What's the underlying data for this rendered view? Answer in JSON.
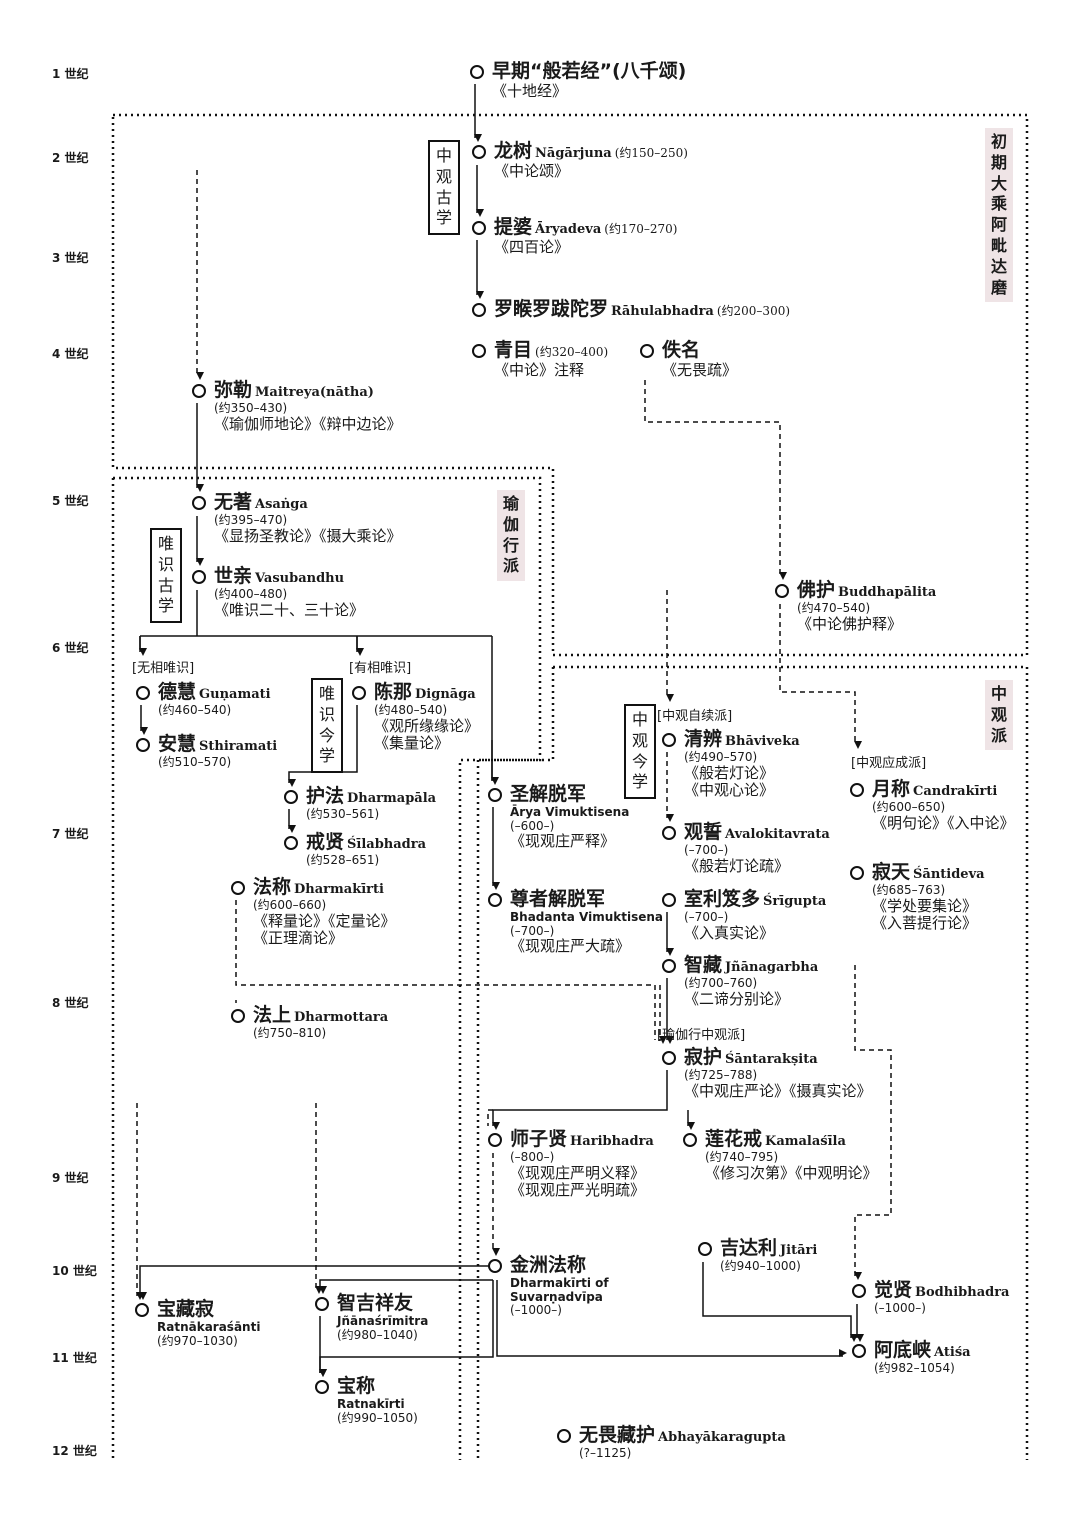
{
  "centuries": [
    "1 世纪",
    "2 世纪",
    "3 世纪",
    "4 世纪",
    "5 世纪",
    "6 世纪",
    "7 世纪",
    "8 世纪",
    "9 世纪",
    "10 世纪",
    "11 世纪",
    "12 世纪"
  ],
  "school_labels": {
    "early_mahayana": "初期大乘阿毗达磨",
    "yogacara": "瑜伽行派",
    "madhyamaka": "中观派",
    "madhyamaka_old": "中观古学",
    "vijnapti_old": "唯识古学",
    "vijnapti_new": "唯识今学",
    "madhyamaka_new": "中观今学"
  },
  "brackets": {
    "nirakara": "[无相唯识]",
    "sakara": "[有相唯识]",
    "svatantrika": "[中观自续派]",
    "prasangika": "[中观应成派]",
    "yogacara_madhyamaka": "[瑜伽行中观派]"
  },
  "nodes": [
    {
      "id": "prajna",
      "cn": "早期“般若经”(八千颂)",
      "en": "",
      "dates": "",
      "works": [
        "《十地经》"
      ]
    },
    {
      "id": "nagarjuna",
      "cn": "龙树",
      "en": "Nāgārjuna",
      "dates": "(约150–250)",
      "works": [
        "《中论颂》"
      ]
    },
    {
      "id": "aryadeva",
      "cn": "提婆",
      "en": "Āryadeva",
      "dates": "(约170–270)",
      "works": [
        "《四百论》"
      ]
    },
    {
      "id": "rahulabhadra",
      "cn": "罗睺罗跋陀罗",
      "en": "Rāhulabhadra",
      "dates": "(约200–300)",
      "works": []
    },
    {
      "id": "qingmu",
      "cn": "青目",
      "en": "",
      "dates": "(约320–400)",
      "works": [
        "《中论》注释"
      ]
    },
    {
      "id": "anonymous",
      "cn": "佚名",
      "en": "",
      "dates": "",
      "works": [
        "《无畏疏》"
      ]
    },
    {
      "id": "maitreya",
      "cn": "弥勒",
      "en": "Maitreya(nātha)",
      "dates": "",
      "works": [
        "(约350–430)",
        "《瑜伽师地论》《辩中边论》"
      ]
    },
    {
      "id": "asanga",
      "cn": "无著",
      "en": "Asaṅga",
      "dates": "",
      "works": [
        "(约395–470)",
        "《显扬圣教论》《摄大乘论》"
      ]
    },
    {
      "id": "vasubandhu",
      "cn": "世亲",
      "en": "Vasubandhu",
      "dates": "",
      "works": [
        "(约400–480)",
        "《唯识二十、三十论》"
      ]
    },
    {
      "id": "gunamati",
      "cn": "德慧",
      "en": "Guṇamati",
      "dates": "",
      "works": [
        "(约460–540)"
      ]
    },
    {
      "id": "sthiramati",
      "cn": "安慧",
      "en": "Sthiramati",
      "dates": "",
      "works": [
        "(约510–570)"
      ]
    },
    {
      "id": "dignaga",
      "cn": "陈那",
      "en": "Dignāga",
      "dates": "",
      "works": [
        "(约480–540)",
        "《观所缘缘论》",
        "《集量论》"
      ]
    },
    {
      "id": "dharmapala",
      "cn": "护法",
      "en": "Dharmapāla",
      "dates": "",
      "works": [
        "(约530–561)"
      ]
    },
    {
      "id": "silabhadra",
      "cn": "戒贤",
      "en": "Śīlabhadra",
      "dates": "",
      "works": [
        "(约528–651)"
      ]
    },
    {
      "id": "dharmakirti",
      "cn": "法称",
      "en": "Dharmakīrti",
      "dates": "",
      "works": [
        "(约600–660)",
        "《释量论》《定量论》",
        "《正理滴论》"
      ]
    },
    {
      "id": "dharmottara",
      "cn": "法上",
      "en": "Dharmottara",
      "dates": "",
      "works": [
        "(约750–810)"
      ]
    },
    {
      "id": "arya_vimuktisena",
      "cn": "圣解脱军",
      "en": "",
      "dates": "",
      "works": [
        "Ārya Vimuktisena",
        "(–600–)",
        "《现观庄严释》"
      ]
    },
    {
      "id": "bhadanta_vimuktisena",
      "cn": "尊者解脱军",
      "en": "",
      "dates": "",
      "works": [
        "Bhadanta Vimuktisena",
        "(–700–)",
        "《现观庄严大疏》"
      ]
    },
    {
      "id": "buddhapalita",
      "cn": "佛护",
      "en": "Buddhapālita",
      "dates": "",
      "works": [
        "(约470–540)",
        "《中论佛护释》"
      ]
    },
    {
      "id": "bhaviveka",
      "cn": "清辨",
      "en": "Bhāviveka",
      "dates": "",
      "works": [
        "(约490–570)",
        "《般若灯论》",
        "《中观心论》"
      ]
    },
    {
      "id": "avalokitavrata",
      "cn": "观誓",
      "en": "Avalokitavrata",
      "dates": "",
      "works": [
        "(–700–)",
        "《般若灯论疏》"
      ]
    },
    {
      "id": "srigupta",
      "cn": "室利笈多",
      "en": "Śrīgupta",
      "dates": "",
      "works": [
        "(–700–)",
        "《入真实论》"
      ]
    },
    {
      "id": "jnanagarbha",
      "cn": "智藏",
      "en": "Jñānagarbha",
      "dates": "",
      "works": [
        "(约700–760)",
        "《二谛分别论》"
      ]
    },
    {
      "id": "candrakirti",
      "cn": "月称",
      "en": "Candrakīrti",
      "dates": "",
      "works": [
        "(约600–650)",
        "《明句论》《入中论》"
      ]
    },
    {
      "id": "santideva",
      "cn": "寂天",
      "en": "Śāntideva",
      "dates": "",
      "works": [
        "(约685–763)",
        "《学处要集论》",
        "《入菩提行论》"
      ]
    },
    {
      "id": "santaraksita",
      "cn": "寂护",
      "en": "Śāntarakṣita",
      "dates": "",
      "works": [
        "(约725–788)",
        "《中观庄严论》《摄真实论》"
      ]
    },
    {
      "id": "haribhadra",
      "cn": "师子贤",
      "en": "Haribhadra",
      "dates": "",
      "works": [
        "(–800–)",
        "《现观庄严明义释》",
        "《现观庄严光明疏》"
      ]
    },
    {
      "id": "kamalasila",
      "cn": "莲花戒",
      "en": "Kamalaśīla",
      "dates": "",
      "works": [
        "(约740–795)",
        "《修习次第》《中观明论》"
      ]
    },
    {
      "id": "jitari",
      "cn": "吉达利",
      "en": "Jitāri",
      "dates": "",
      "works": [
        "(约940–1000)"
      ]
    },
    {
      "id": "suvarnadvipa",
      "cn": "金洲法称",
      "en": "",
      "dates": "",
      "works": [
        "Dharmakīrti of",
        "Suvarṇadvīpa",
        "(–1000–)"
      ]
    },
    {
      "id": "bodhibhadra",
      "cn": "觉贤",
      "en": "Bodhibhadra",
      "dates": "",
      "works": [
        "(–1000–)"
      ]
    },
    {
      "id": "ratnakarasanti",
      "cn": "宝藏寂",
      "en": "",
      "dates": "",
      "works": [
        "Ratnākaraśānti",
        "(约970–1030)"
      ]
    },
    {
      "id": "jnanasrimitra",
      "cn": "智吉祥友",
      "en": "",
      "dates": "",
      "works": [
        "Jñānaśrīmitra",
        "(约980–1040)"
      ]
    },
    {
      "id": "atisa",
      "cn": "阿底峡",
      "en": "Atiśa",
      "dates": "",
      "works": [
        "(约982–1054)"
      ]
    },
    {
      "id": "ratnakirti",
      "cn": "宝称",
      "en": "",
      "dates": "",
      "works": [
        "Ratnakīrti",
        "(约990–1050)"
      ]
    },
    {
      "id": "abhayakaragupta",
      "cn": "无畏藏护",
      "en": "Abhayākaragupta",
      "dates": "",
      "works": [
        "(?–1125)"
      ]
    }
  ]
}
